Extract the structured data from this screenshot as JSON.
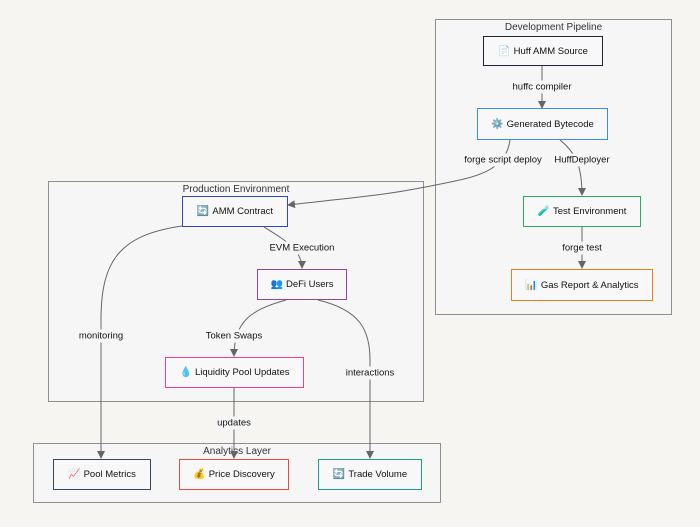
{
  "clusters": {
    "dev_pipeline": "Development Pipeline",
    "production": "Production Environment",
    "analytics": "Analytics Layer"
  },
  "nodes": {
    "huff_source": {
      "label": "Huff AMM Source",
      "icon": "📄",
      "icon_name": "document-icon",
      "color": "#1f2433"
    },
    "bytecode": {
      "label": "Generated Bytecode",
      "icon": "⚙️",
      "icon_name": "gear-icon",
      "color": "#3b8fd6"
    },
    "test_env": {
      "label": "Test Environment",
      "icon": "🧪",
      "icon_name": "test-tube-icon",
      "color": "#27ae60"
    },
    "gas_report": {
      "label": "Gas Report & Analytics",
      "icon": "📊",
      "icon_name": "bar-chart-icon",
      "color": "#e67e22"
    },
    "amm_contract": {
      "label": "AMM Contract",
      "icon": "🔄",
      "icon_name": "swap-arrows-icon",
      "color": "#3347b8"
    },
    "defi_users": {
      "label": "DeFi Users",
      "icon": "👥",
      "icon_name": "users-icon",
      "color": "#8e44ad"
    },
    "liquidity_pool": {
      "label": "Liquidity Pool Updates",
      "icon": "💧",
      "icon_name": "droplet-icon",
      "color": "#e84393"
    },
    "pool_metrics": {
      "label": "Pool Metrics",
      "icon": "📈",
      "icon_name": "line-chart-icon",
      "color": "#34495e"
    },
    "price_discovery": {
      "label": "Price Discovery",
      "icon": "💰",
      "icon_name": "money-bag-icon",
      "color": "#e74c3c"
    },
    "trade_volume": {
      "label": "Trade Volume",
      "icon": "🔄",
      "icon_name": "refresh-icon",
      "color": "#16a085"
    }
  },
  "edges": {
    "huffc_compiler": "huffc compiler",
    "forge_script_deploy": "forge script deploy",
    "huff_deployer": "HuffDeployer",
    "forge_test": "forge test",
    "evm_execution": "EVM Execution",
    "token_swaps": "Token Swaps",
    "monitoring": "monitoring",
    "interactions": "interactions",
    "updates": "updates"
  }
}
